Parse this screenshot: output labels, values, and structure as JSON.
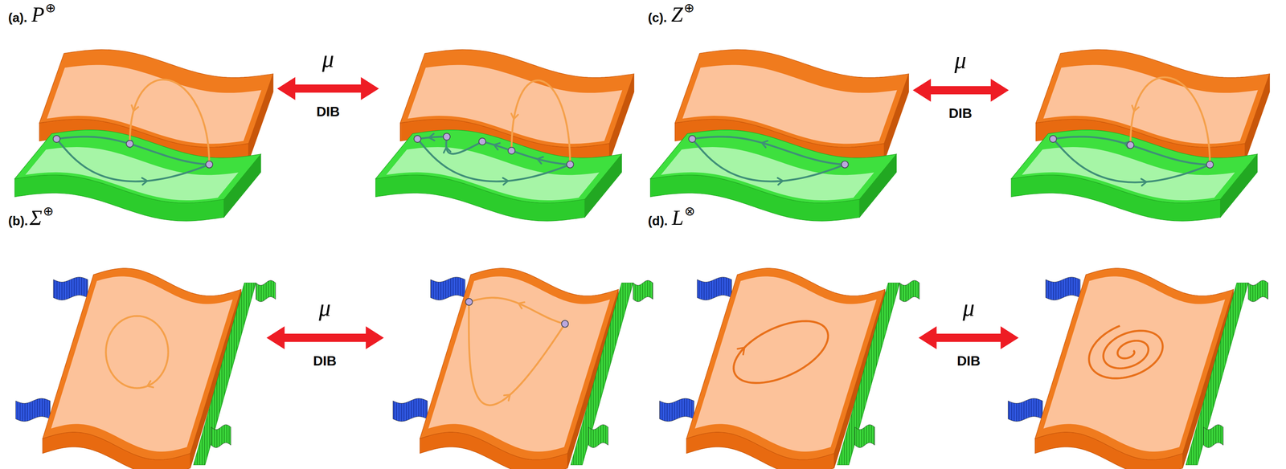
{
  "diagram": {
    "labels": [
      "(a).",
      "P",
      "⊕",
      "μ",
      "DIB",
      "(c).",
      "Z",
      "⊕",
      "μ",
      "DIB",
      "(b).",
      "Σ",
      "⊕",
      "μ",
      "DIB",
      "(d).",
      "L",
      "⊗",
      "μ",
      "DIB"
    ]
  }
}
